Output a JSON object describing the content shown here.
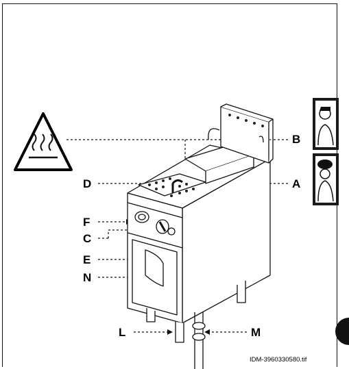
{
  "callouts": {
    "A": "A",
    "B": "B",
    "C": "C",
    "D": "D",
    "E": "E",
    "F": "F",
    "L": "L",
    "M": "M",
    "N": "N"
  },
  "figure_id": "IDM-3960330580.tif",
  "icons": {
    "warning": "hot-surface-warning-icon",
    "technician": "technician-icon",
    "cook": "cook-icon",
    "language_tab": "language-tab-icon"
  },
  "colors": {
    "line": "#111111",
    "fill": "#ffffff",
    "side_tab": "#1a1a1a",
    "basket_holes": "#222222"
  }
}
